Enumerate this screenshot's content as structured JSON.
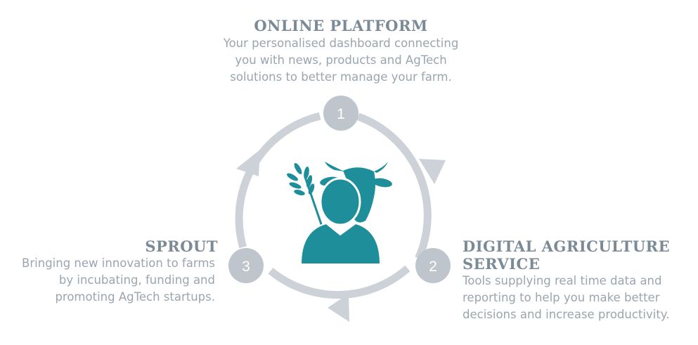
{
  "steps": [
    {
      "number": "1",
      "title_lines": [
        "ONLINE PLATFORM"
      ],
      "description_lines": [
        "Your personalised dashboard connecting",
        "you with news, products and AgTech",
        "solutions to better manage your farm."
      ]
    },
    {
      "number": "2",
      "title_lines": [
        "DIGITAL AGRICULTURE",
        "SERVICE"
      ],
      "description_lines": [
        "Tools supplying real time data and",
        "reporting to help you make better",
        "decisions and increase productivity."
      ]
    },
    {
      "number": "3",
      "title_lines": [
        "SPROUT"
      ],
      "description_lines": [
        "Bringing new innovation to farms",
        "by incubating, funding and",
        "promoting AgTech startups."
      ]
    }
  ],
  "colors": {
    "ring": "#cdd2d8",
    "node": "#bfc5cc",
    "node_text": "#ffffff",
    "icon": "#1e8f9a",
    "heading": "#7b8a97",
    "text": "#9aa5b0"
  },
  "icons": {
    "center": "farmer-with-cow-and-wheat-icon"
  }
}
